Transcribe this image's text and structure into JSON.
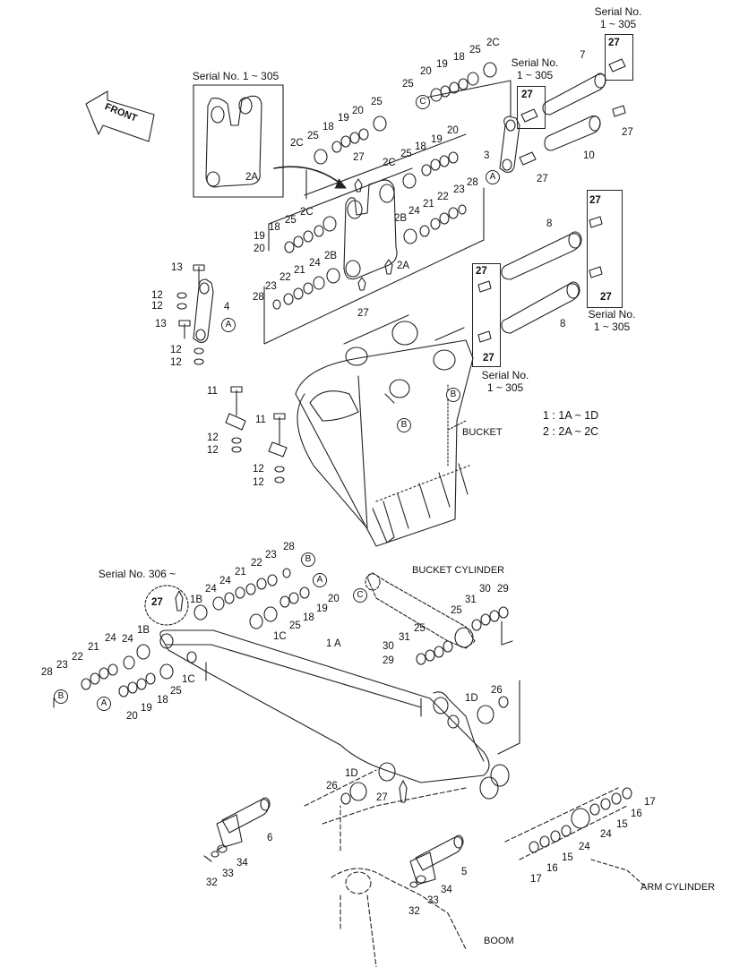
{
  "diagram": {
    "front_label": "FRONT",
    "serial_1_305": "Serial No.",
    "serial_range": "1 ~ 305",
    "serial_306": "Serial No. 306 ~",
    "serial_inset": "Serial No. 1 ~ 305",
    "legend_1": "1 : 1A ~ 1D",
    "legend_2": "2 : 2A ~ 2C",
    "bucket": "BUCKET",
    "bucket_cylinder": "BUCKET CYLINDER",
    "arm_cylinder": "ARM CYLINDER",
    "boom": "BOOM",
    "circle_a": "A",
    "circle_b": "B",
    "circle_c": "C"
  },
  "part_numbers": {
    "p1A": "1 A",
    "p1B": "1B",
    "p1C": "1C",
    "p1D": "1D",
    "p2A": "2A",
    "p2B": "2B",
    "p2C": "2C",
    "p3": "3",
    "p4": "4",
    "p5": "5",
    "p6": "6",
    "p7": "7",
    "p8": "8",
    "p10": "10",
    "p11": "11",
    "p12": "12",
    "p13": "13",
    "p15": "15",
    "p16": "16",
    "p17": "17",
    "p18": "18",
    "p19": "19",
    "p20": "20",
    "p21": "21",
    "p22": "22",
    "p23": "23",
    "p24": "24",
    "p25": "25",
    "p26": "26",
    "p27": "27",
    "p28": "28",
    "p29": "29",
    "p30": "30",
    "p31": "31",
    "p32": "32",
    "p33": "33",
    "p34": "34"
  }
}
